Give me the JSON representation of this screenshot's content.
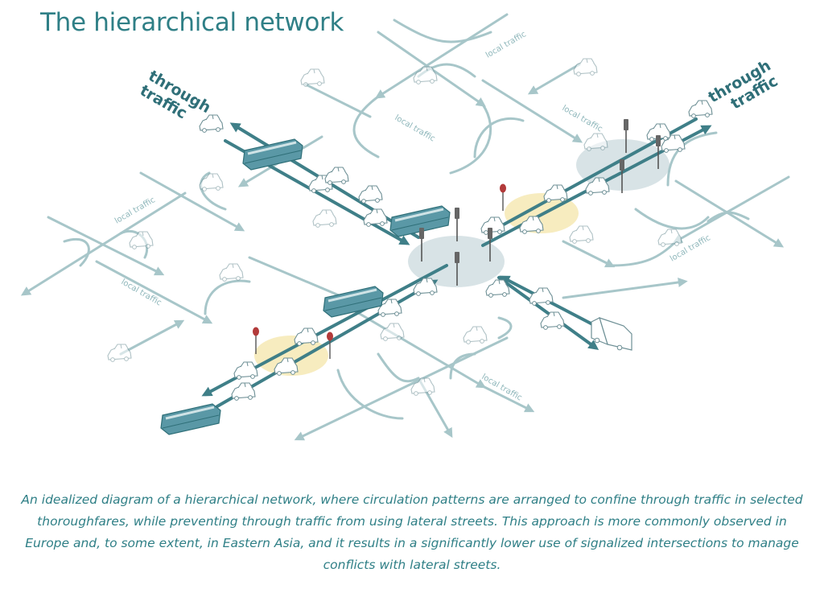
{
  "title": "The hierarchical network",
  "labels": {
    "through_traffic": [
      "through",
      "traffic"
    ],
    "local_traffic": "local traffic"
  },
  "caption": "An idealized diagram of a hierarchical network, where circulation patterns are arranged to confine through traffic in selected thoroughfares, while preventing through traffic from using lateral streets. This approach is more commonly observed in Europe and, to some extent, in Eastern Asia, and it results in a significantly lower use of signalized intersections to manage conflicts with lateral streets.",
  "colors": {
    "through_arrow": "#3f7f88",
    "local_arrow": "#a7c6c9",
    "bus": "#5a98a6",
    "signalized_zone": "#a9c2c7",
    "crossing_zone": "#f1dd8a",
    "stop_sign": "#b23a3a"
  },
  "icons": [
    "car-icon",
    "bus-icon",
    "truck-icon",
    "traffic-light-icon",
    "stop-sign-icon"
  ]
}
